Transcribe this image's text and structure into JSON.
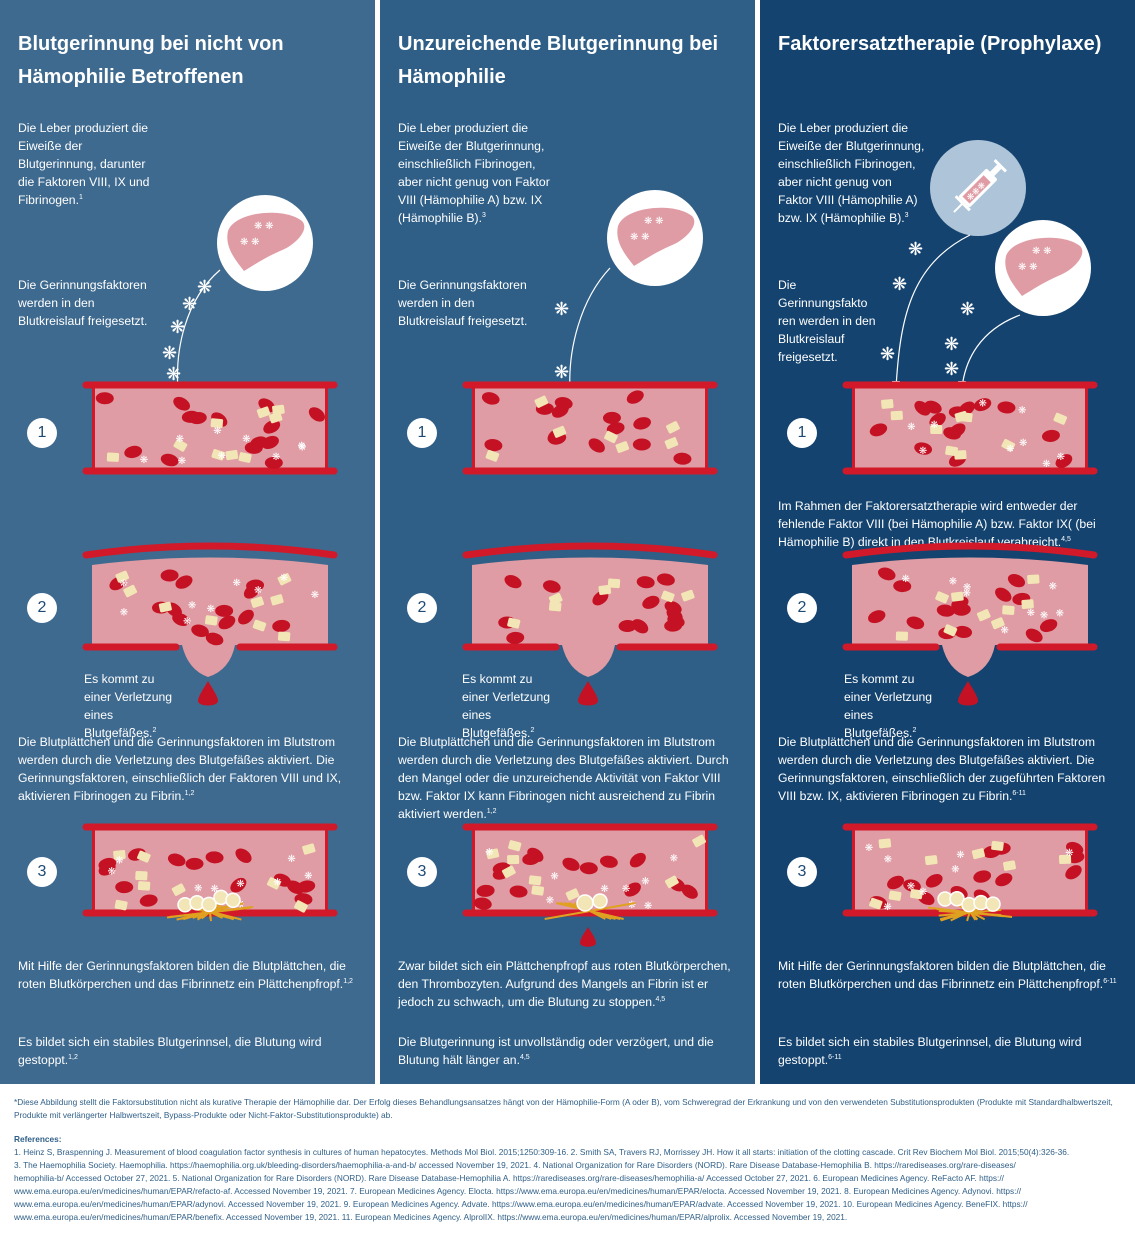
{
  "panels": [
    {
      "title": "Blutgerinnung bei nicht von Hämophilie Betroffenen",
      "intro": "Die Leber produziert die Eiweiße der Blutgerinnung, darunter die Faktoren VIII, IX und Fibrinogen.",
      "intro_ref": "1",
      "release": "Die Gerinnungsfaktoren werden in den Blutkreislauf freigesetzt.",
      "step1": "1",
      "step2": "2",
      "injury": "Es kommt zu einer Verletzung eines Blutgefäßes.",
      "injury_ref": "2",
      "activation": "Die Blutplättchen und die Gerinnungsfaktoren im Blutstrom werden durch die Verletzung des Blutgefäßes aktiviert. Die Gerinnungsfaktoren, einschließlich der Faktoren VIII und IX, aktivieren Fibrinogen zu Fibrin.",
      "activation_ref": "1,2",
      "step3": "3",
      "result": "Mit Hilfe der Gerinnungsfaktoren bilden die Blutplättchen, die roten Blutkörperchen und das Fibrinnetz ein Plättchenpfropf.",
      "result_ref": "1,2",
      "final": "Es bildet sich ein stabiles Blutgerinnsel, die Blutung wird gestoppt.",
      "final_ref": "1,2"
    },
    {
      "title": "Unzureichende Blutgerinnung bei Hämophilie",
      "intro": "Die Leber produziert die Eiweiße der Blutgerinnung, einschließlich Fibrinogen, aber nicht genug von Faktor VIII (Hämophilie A) bzw. IX (Hämophilie B).",
      "intro_ref": "3",
      "release": "Die Gerinnungsfaktoren werden in den Blutkreislauf freigesetzt.",
      "step1": "1",
      "step2": "2",
      "injury": "Es kommt zu einer Verletzung eines Blutgefäßes.",
      "injury_ref": "2",
      "activation": "Die Blutplättchen und die Gerinnungsfaktoren im Blutstrom werden durch die Verletzung des Blutgefäßes aktiviert. Durch den Mangel oder die unzureichende Aktivität von Faktor VIII bzw. Faktor IX kann Fibrinogen nicht ausreichend zu Fibrin aktiviert werden.",
      "activation_ref": "1,2",
      "step3": "3",
      "result": "Zwar bildet sich ein Plättchenpfropf aus roten Blutkörperchen, den Thrombozyten. Aufgrund des Mangels an Fibrin ist er jedoch zu schwach, um die Blutung zu stoppen.",
      "result_ref": "4,5",
      "final": "Die Blutgerinnung ist unvollständig oder verzögert, und die Blutung hält länger an.",
      "final_ref": "4,5"
    },
    {
      "title": "Faktorersatztherapie (Prophylaxe)",
      "intro": "Die Leber produziert die Eiweiße der Blutgerinnung, einschließlich Fibrinogen, aber nicht genug von Faktor VIII (Hämophilie A) bzw. IX (Hämophilie B).",
      "intro_ref": "3",
      "release": "Die Gerinnungsfakto ren werden in den Blutkreislauf freigesetzt.",
      "step1": "1",
      "therapy": "Im Rahmen der Faktorersatztherapie wird entweder der fehlende Faktor VIII (bei Hämophilie A) bzw. Faktor IX( (bei Hämophilie B) direkt in den Blutkreislauf verabreicht.",
      "therapy_ref": "4,5",
      "step2": "2",
      "injury": "Es kommt zu einer Verletzung eines Blutgefäßes.",
      "injury_ref": "2",
      "activation": "Die Blutplättchen und die Gerinnungsfaktoren im Blutstrom werden durch die Verletzung des Blutgefäßes aktiviert. Die Gerinnungsfaktoren, einschließlich der zugeführten Faktoren VIII bzw. IX, aktivieren Fibrinogen zu Fibrin.",
      "activation_ref": "6-11",
      "step3": "3",
      "result": "Mit Hilfe der Gerinnungsfaktoren bilden die Blutplättchen, die roten Blutkörperchen und das Fibrinnetz ein Plättchenpfropf.",
      "result_ref": "6-11",
      "final": "Es bildet sich ein stabiles Blutgerinnsel, die Blutung wird gestoppt.",
      "final_ref": "6-11"
    }
  ],
  "footer": {
    "disclaimer": "*Diese Abbildung stellt die Faktorsubstitution nicht als kurative Therapie der Hämophilie dar. Der Erfolg dieses Behandlungsansatzes hängt von der Hämophilie-Form (A oder B), vom Schweregrad der Erkrankung und von den verwendeten Substitutionsprodukten (Produkte mit Standardhalbwertszeit, Produkte mit verlängerter Halbwertszeit, Bypass-Produkte oder Nicht-Faktor-Substitutionsprodukte) ab.",
    "references_heading": "References:",
    "references": [
      "1. Heinz S, Braspenning J. Measurement of blood coagulation factor synthesis in cultures of human hepatocytes. Methods Mol Biol. 2015;1250:309-16. 2. Smith SA, Travers RJ, Morrissey JH. How it all starts: initiation of the clotting cascade. Crit Rev Biochem Mol Biol. 2015;50(4):326-36.",
      "3. The Haemophilia Society. Haemophilia. https://haemophilia.org.uk/bleeding-disorders/haemophilia-a-and-b/ accessed November 19, 2021. 4. National Organization for Rare Disorders (NORD). Rare Disease Database-Hemophilia B. https://rarediseases.org/rare-diseases/",
      "hemophilia-b/ Accessed October 27, 2021. 5. National Organization for Rare Disorders (NORD). Rare Disease Database-Hemophilia A. https://rarediseases.org/rare-diseases/hemophilia-a/ Accessed October 27, 2021. 6. European Medicines Agency. ReFacto AF. https://",
      "www.ema.europa.eu/en/medicines/human/EPAR/refacto-af. Accessed November 19, 2021. 7. European Medicines Agency. Elocta. https://www.ema.europa.eu/en/medicines/human/EPAR/elocta. Accessed November 19, 2021. 8. European Medicines Agency. Adynovi. https://",
      "www.ema.europa.eu/en/medicines/human/EPAR/adynovi. Accessed November 19, 2021. 9. European Medicines Agency. Advate. https://www.ema.europa.eu/en/medicines/human/EPAR/advate. Accessed November 19, 2021. 10. European Medicines Agency. BeneFIX. https://",
      "www.ema.europa.eu/en/medicines/human/EPAR/benefix. Accessed November 19, 2021. 11. European Medicines Agency. AlprolIX. https://www.ema.europa.eu/en/medicines/human/EPAR/alprolix. Accessed November 19, 2021."
    ]
  },
  "colors": {
    "panel1": "#3f6a8f",
    "panel2": "#2f5f87",
    "panel3": "#14436f",
    "vessel_wall": "#d1192a",
    "vessel_interior": "#df9ca4",
    "red_cell": "#c41224",
    "platelet": "#f3e6b6",
    "fibrin": "#e0a020"
  }
}
